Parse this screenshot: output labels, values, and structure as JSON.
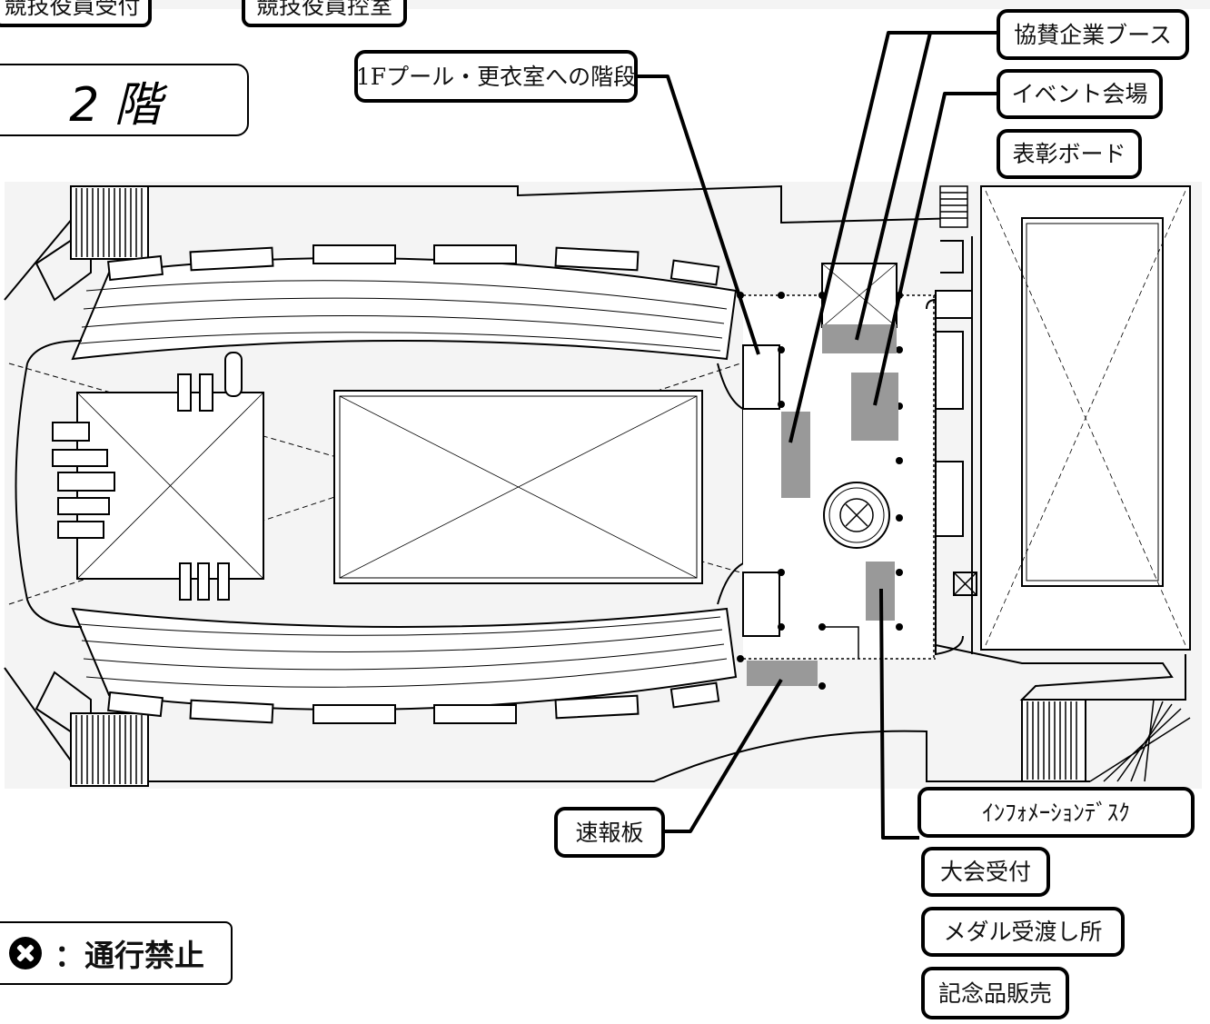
{
  "floor": {
    "label": "2 階"
  },
  "top_tabs": [
    {
      "label": "競技役員受付"
    },
    {
      "label": "競技役員控室"
    }
  ],
  "callouts": {
    "stairs": "1Fプール・更衣室への階段",
    "sponsor_booth": "協賛企業ブース",
    "event_venue": "イベント会場",
    "award_board": "表彰ボード",
    "scoreboard": "速報板",
    "info_desk": "ｲﾝﾌｫﾒｰｼｮﾝﾃﾞｽｸ",
    "reception": "大会受付",
    "medal": "メダル受渡し所",
    "souvenir": "記念品販売"
  },
  "legend": {
    "text": "：通行禁止",
    "icon": "no-entry-x-circle-icon"
  },
  "colors": {
    "marker_gray": "#999999",
    "line": "#000000",
    "floor_fill": "#f4f4f4"
  }
}
